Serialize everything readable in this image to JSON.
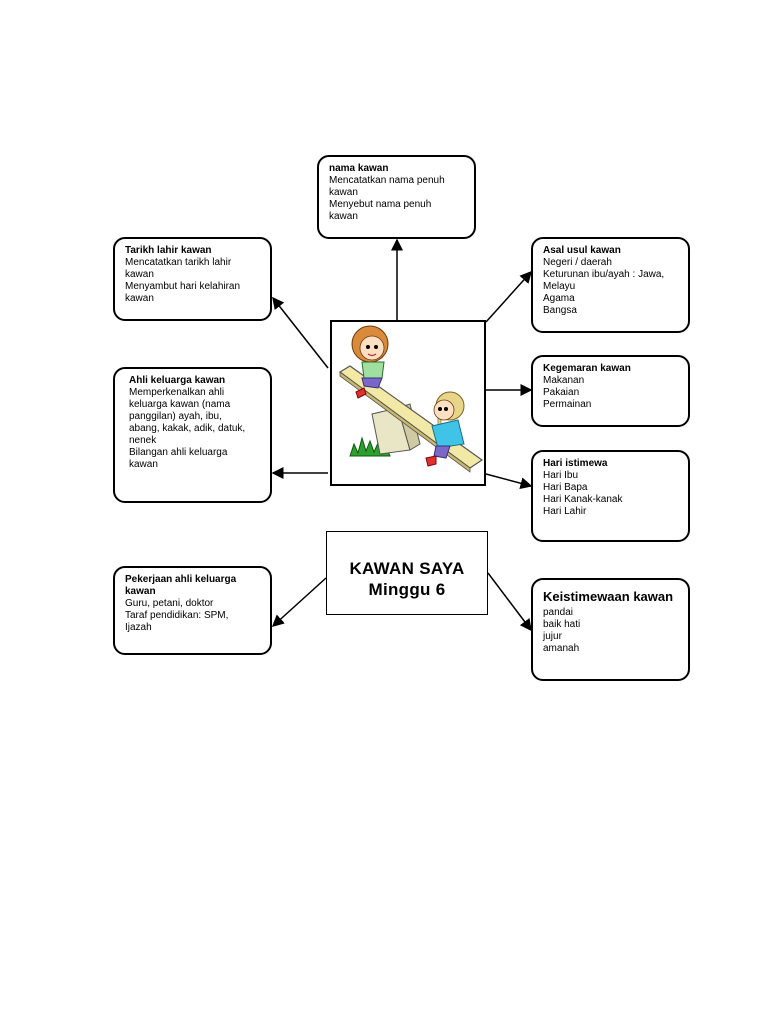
{
  "center": {
    "title": "KAWAN SAYA",
    "subtitle": "Minggu 6"
  },
  "boxes": {
    "nama": {
      "title": "nama kawan",
      "lines": [
        "Mencatatkan nama penuh",
        "kawan",
        "Menyebut nama penuh",
        "kawan"
      ]
    },
    "tarikh": {
      "title": "Tarikh lahir kawan",
      "lines": [
        "Mencatatkan tarikh lahir",
        "kawan",
        "Menyambut hari kelahiran",
        "kawan"
      ]
    },
    "asal": {
      "title": "Asal usul kawan",
      "lines": [
        "Negeri / daerah",
        "Keturunan ibu/ayah : Jawa,",
        "Melayu",
        "Agama",
        "Bangsa"
      ]
    },
    "ahli": {
      "title": "Ahli keluarga kawan",
      "lines": [
        "Memperkenalkan ahli",
        "keluarga kawan (nama",
        "panggilan)  ayah, ibu,",
        "abang, kakak, adik, datuk,",
        "nenek",
        "Bilangan ahli keluarga",
        "kawan"
      ]
    },
    "kegemaran": {
      "title": "Kegemaran kawan",
      "lines": [
        "Makanan",
        "Pakaian",
        "Permainan"
      ]
    },
    "hari": {
      "title": "Hari istimewa",
      "lines": [
        "Hari Ibu",
        "Hari Bapa",
        "Hari Kanak-kanak",
        "Hari Lahir"
      ]
    },
    "pekerjaan": {
      "title": "Pekerjaan ahli keluarga",
      "title2": "kawan",
      "lines": [
        "Guru, petani, doktor",
        "Taraf pendidikan:  SPM,",
        "Ijazah"
      ]
    },
    "keistimewaan": {
      "title": "Keistimewaan kawan",
      "lines": [
        "pandai",
        "baik hati",
        "jujur",
        "amanah"
      ]
    }
  }
}
